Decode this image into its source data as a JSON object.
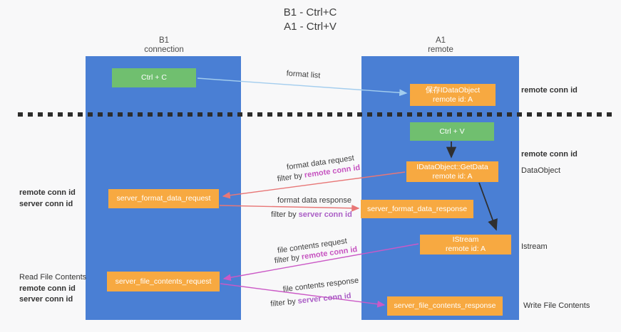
{
  "title": {
    "line1": "B1 - Ctrl+C",
    "line2": "A1 - Ctrl+V"
  },
  "lanes": {
    "left": {
      "name": "B1",
      "role": "connection"
    },
    "right": {
      "name": "A1",
      "role": "remote"
    }
  },
  "nodes": {
    "ctrl_c": "Ctrl + C",
    "ctrl_v": "Ctrl + V",
    "save_dataobject": "保存IDataObject",
    "getdata": "IDataObject::GetData",
    "istream": "IStream",
    "remote_id": "remote id: A",
    "server_format_data_request": "server_format_data_request",
    "server_format_data_response": "server_format_data_response",
    "server_file_contents_request": "server_file_contents_request",
    "server_file_contents_response": "server_file_contents_response"
  },
  "flow_labels": {
    "format_list": "format list",
    "format_data_request": "format data request",
    "format_data_response": "format data response",
    "file_contents_request": "file contents request",
    "file_contents_response": "file contents response",
    "filter_by": "filter by",
    "remote_conn_id": "remote conn id",
    "server_conn_id": "server conn id"
  },
  "annotations": {
    "remote_conn_id": "remote conn id",
    "server_conn_id": "server conn id",
    "read_file_contents": "Read File Contents",
    "dataobject": "DataObject",
    "istream": "Istream",
    "write_file_contents": "Write File Contents"
  },
  "colors": {
    "lane_blue": "#4a7fd4",
    "node_orange": "#f7a941",
    "node_green": "#70bf6f",
    "purple_text": "#ab5fc6",
    "magenta_text": "#c653c0",
    "green_text": "#55b357",
    "arrow_blue": "#a3cdee",
    "arrow_red": "#e87777",
    "arrow_magenta": "#cb59c6",
    "arrow_black": "#2f2f2f"
  }
}
